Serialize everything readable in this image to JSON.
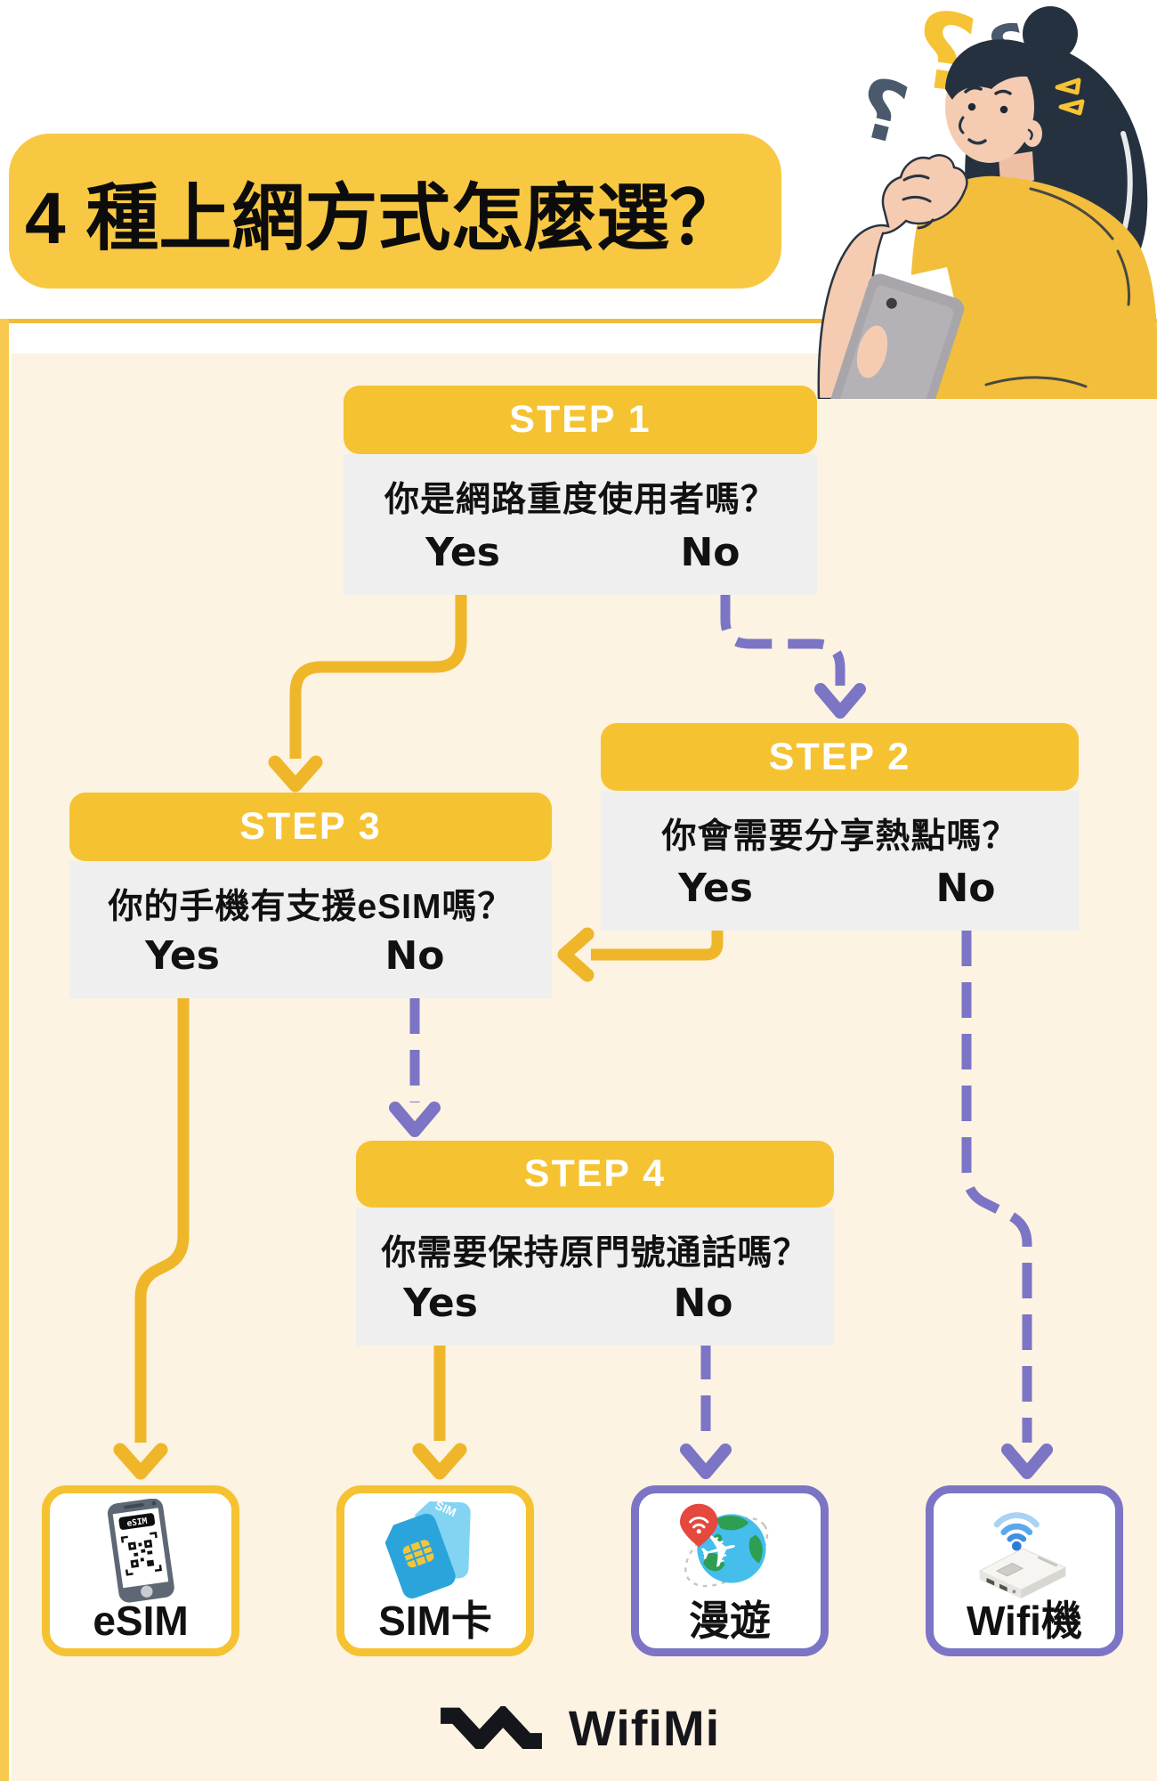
{
  "page": {
    "title_banner": "4 種上網方式怎麼選？"
  },
  "steps": [
    {
      "label": "STEP 1",
      "question": "你是網路重度使用者嗎？",
      "yes": "Yes",
      "no": "No"
    },
    {
      "label": "STEP 2",
      "question": "你會需要分享熱點嗎？",
      "yes": "Yes",
      "no": "No"
    },
    {
      "label": "STEP 3",
      "question": "你的手機有支援eSIM嗎？",
      "yes": "Yes",
      "no": "No"
    },
    {
      "label": "STEP 4",
      "question": "你需要保持原門號通話嗎？",
      "yes": "Yes",
      "no": "No"
    }
  ],
  "outcomes": [
    {
      "label": "eSIM",
      "icon": "esim-phone-icon",
      "accent": "#F5C231"
    },
    {
      "label": "SIM卡",
      "icon": "sim-card-icon",
      "accent": "#F5C231"
    },
    {
      "label": "漫遊",
      "icon": "roaming-globe-icon",
      "accent": "#7C75C5"
    },
    {
      "label": "Wifi機",
      "icon": "wifi-router-icon",
      "accent": "#7C75C5"
    }
  ],
  "icon_texts": {
    "esim_screen_tag": "eSIM",
    "sim_card_tag": "SIM"
  },
  "footer": {
    "brand": "WifiMi"
  },
  "colors": {
    "yellow": "#F5C231",
    "arrow_yellow": "#EFB62A",
    "purple": "#7C75C5",
    "cream": "#FCF3E2",
    "panel_gray": "#EFEFEF",
    "ink": "#111111",
    "white": "#FFFFFF",
    "slate_question_mark": "#4A5A6C",
    "pin_red": "#E5483D",
    "globe_blue": "#45BEEC",
    "continent_green": "#2E9E52",
    "sim_blue": "#2BA4DC"
  }
}
